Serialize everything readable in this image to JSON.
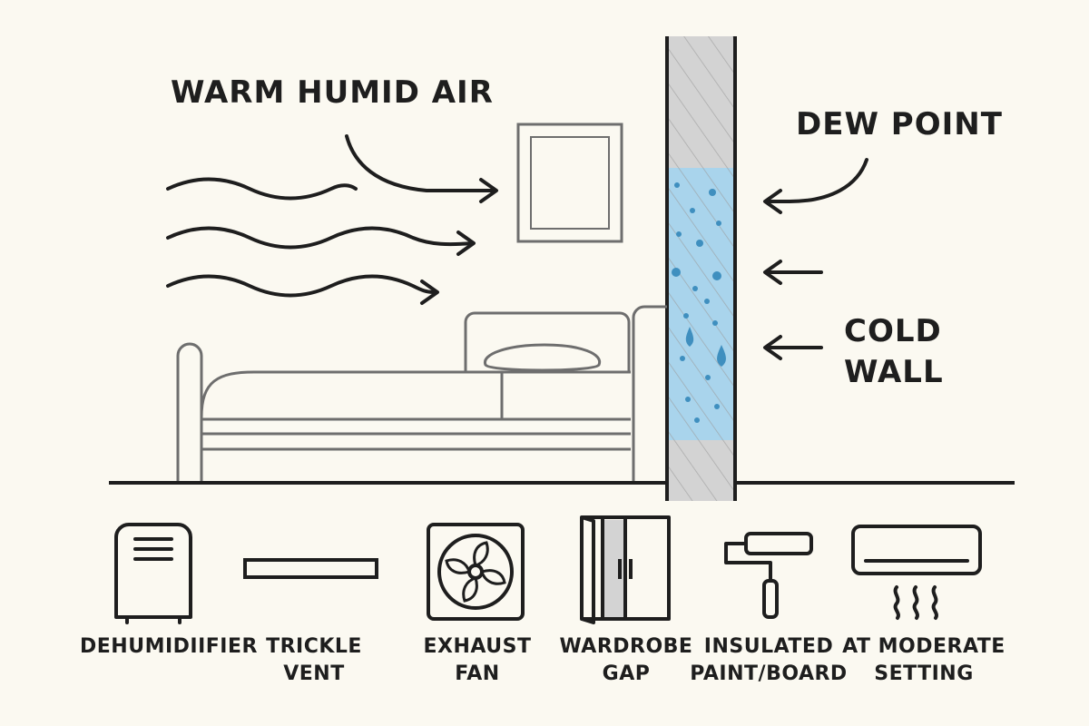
{
  "labels": {
    "warm_air": "WARM HUMID AIR",
    "dew_point": "DEW POINT",
    "cold_wall_1": "COLD",
    "cold_wall_2": "WALL"
  },
  "tips": [
    {
      "icon": "dehumidifier-icon",
      "line1": "DEHUMIDIIFIER",
      "line2": ""
    },
    {
      "icon": "trickle-vent-icon",
      "line1": "TRICKLE",
      "line2": "VENT"
    },
    {
      "icon": "exhaust-fan-icon",
      "line1": "EXHAUST",
      "line2": "FAN"
    },
    {
      "icon": "wardrobe-icon",
      "line1": "WARDROBE",
      "line2": "GAP"
    },
    {
      "icon": "paint-roller-icon",
      "line1": "INSULATED",
      "line2": "PAINT/BOARD"
    },
    {
      "icon": "air-conditioner-icon",
      "line1": "AT MODERATE",
      "line2": "SETTING"
    }
  ],
  "colors": {
    "ink": "#1e1e1e",
    "wall": "#cfcfcf",
    "condensation": "#a9d4ec",
    "droplet": "#3f8fbf",
    "background": "#fbf9f1"
  }
}
